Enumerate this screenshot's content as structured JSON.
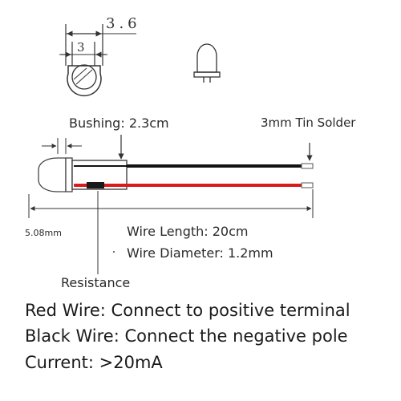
{
  "top_dims": {
    "outer": "3.6",
    "inner": "3"
  },
  "labels": {
    "bushing": "Bushing: 2.3cm",
    "tin_solder": "3mm Tin Solder",
    "pitch": "5.08mm",
    "wire_length": "Wire Length: 20cm",
    "wire_diameter": "Wire Diameter: 1.2mm",
    "resistance": "Resistance"
  },
  "notes": {
    "red": "Red Wire: Connect to positive terminal",
    "black": "Black Wire: Connect the negative pole",
    "current": "Current: >20mA"
  },
  "colors": {
    "red_wire": "#d81c1c",
    "black_wire": "#111111",
    "resistor": "#1a1a1a"
  }
}
